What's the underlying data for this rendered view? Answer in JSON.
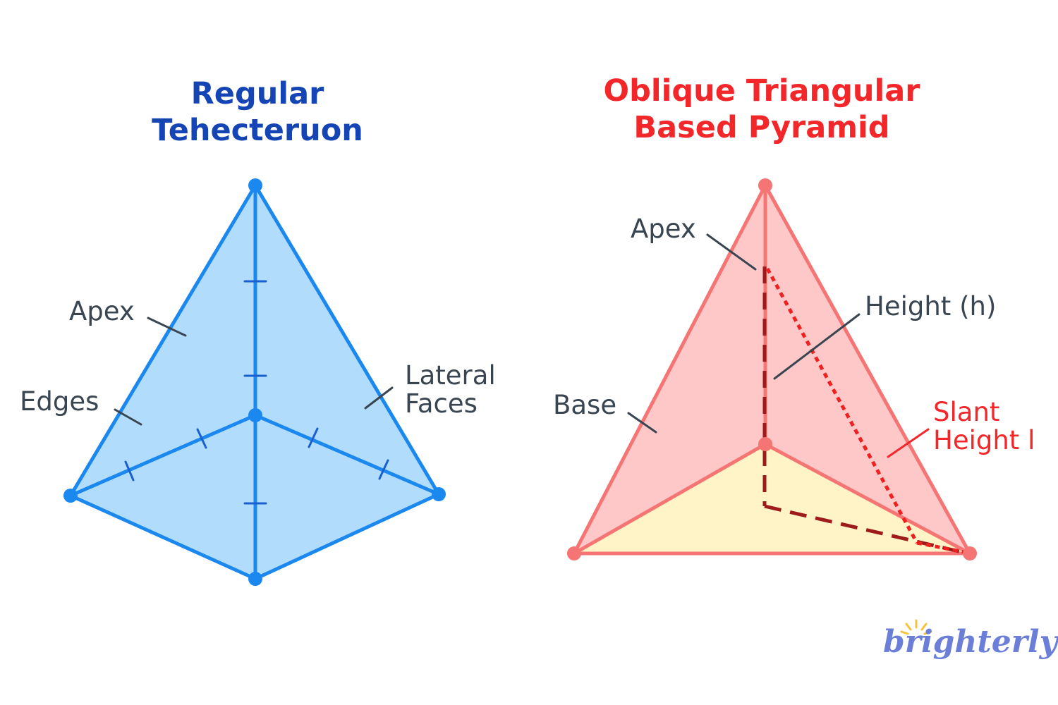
{
  "colors": {
    "blue_title": "#1545b5",
    "red_title": "#f3262a",
    "blue_stroke": "#1a88ee",
    "blue_fill": "#b2dcfb",
    "pink_stroke": "#f57474",
    "pink_fill": "#fec8c8",
    "base_fill": "#fff3c8",
    "dark_red": "#9e1b1b",
    "label_text": "#3a4552",
    "logo_purple": "#6b7fd9",
    "logo_sun": "#f5c33b"
  },
  "left_diagram": {
    "title_line1": "Regular",
    "title_line2": "Tehecteruon",
    "labels": {
      "apex": "Apex",
      "edges": "Edges",
      "lateral_line1": "Lateral",
      "lateral_line2": "Faces"
    }
  },
  "right_diagram": {
    "title_line1": "Oblique Triangular",
    "title_line2": "Based Pyramid",
    "labels": {
      "apex": "Apex",
      "height": "Height (h)",
      "base": "Base",
      "slant_line1": "Slant",
      "slant_line2": "Height l"
    }
  },
  "logo": {
    "text": "brighterly",
    "icon": "sun-icon"
  }
}
